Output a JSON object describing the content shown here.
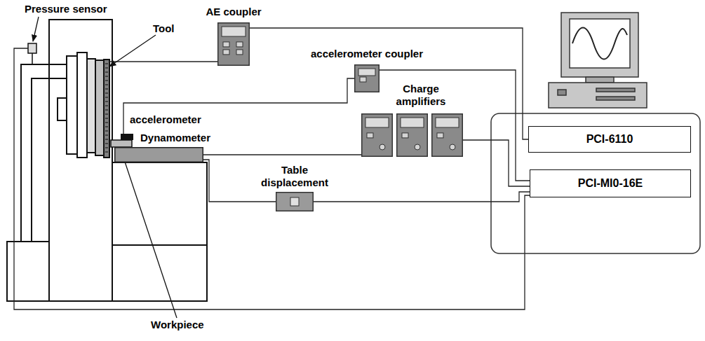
{
  "diagram": {
    "nodes": [
      {
        "text": [
          "AE coupler"
        ]
      },
      {
        "text": [
          "accelerometer coupler"
        ]
      },
      {
        "text": [
          "accelerometer"
        ]
      },
      {
        "text": [
          "Dynamometer"
        ]
      },
      {
        "text": [
          "Charge amplifiers"
        ]
      },
      {
        "text": [
          "Table displacement"
        ]
      },
      {
        "text": [
          "PCI-6110"
        ]
      },
      {
        "text": [
          "PCI-MI0-16E"
        ]
      }
    ],
    "edges": [
      {
        "from": 0,
        "to": 6,
        "arrow": "none"
      },
      {
        "from": 2,
        "to": 1,
        "arrow": "none"
      },
      {
        "from": 1,
        "to": 7,
        "arrow": "none"
      },
      {
        "from": 3,
        "to": 4,
        "arrow": "none"
      },
      {
        "from": 4,
        "to": 7,
        "arrow": "none"
      },
      {
        "from": 3,
        "to": 5,
        "arrow": "none"
      },
      {
        "from": 5,
        "to": 7,
        "arrow": "none"
      }
    ],
    "labels": [
      "Pressure sensor",
      "Tool",
      "Workpiece"
    ]
  }
}
